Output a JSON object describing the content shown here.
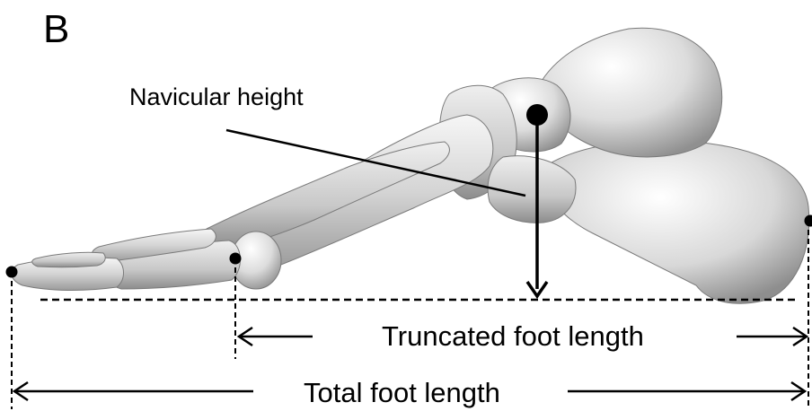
{
  "figure": {
    "panel_letter": "B",
    "subject_icon": "foot-skeleton-lateral-view-icon",
    "labels": {
      "navicular_height": "Navicular height",
      "truncated_foot_length": "Truncated foot length",
      "total_foot_length": "Total foot length"
    }
  },
  "colors": {
    "bone_light": "#f2f2f2",
    "bone_mid": "#cfcfcf",
    "bone_dark": "#8a8a8a",
    "annotation": "#000000"
  }
}
